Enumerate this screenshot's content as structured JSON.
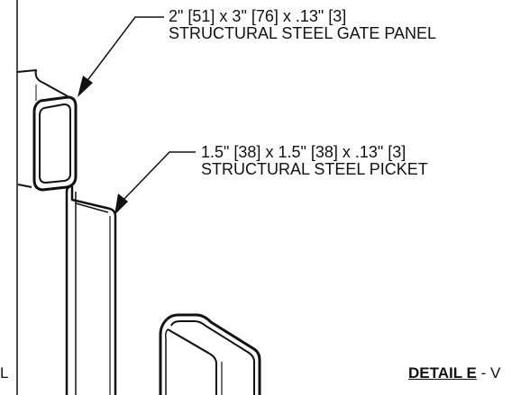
{
  "callouts": {
    "gate_panel": {
      "line1": "2\" [51] x 3\" [76] x .13\" [3]",
      "line2": "STRUCTURAL STEEL GATE PANEL"
    },
    "picket": {
      "line1": "1.5\" [38] x 1.5\" [38] x .13\" [3]",
      "line2": "STRUCTURAL STEEL PICKET"
    }
  },
  "detail": {
    "title": "DETAIL E",
    "suffix": " - V"
  },
  "edge_label": "L",
  "colors": {
    "ink": "#111111",
    "background": "#ffffff"
  }
}
